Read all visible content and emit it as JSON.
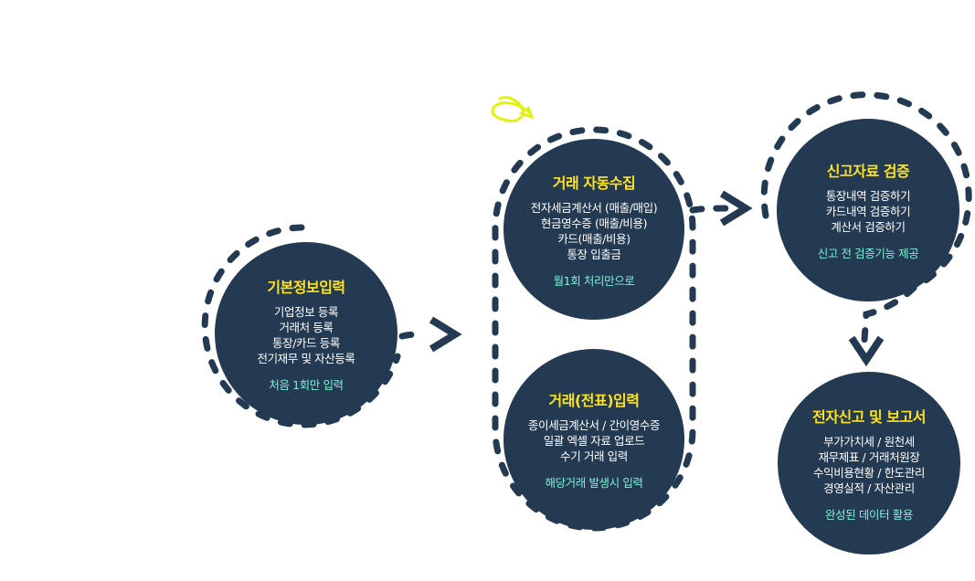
{
  "colors": {
    "node_fill": "#233a52",
    "dash_stroke": "#233a52",
    "title": "#ffe21f",
    "body_text": "#ffffff",
    "note": "#7ef2d6",
    "highlight_arrow": "#e0f20f"
  },
  "nodes": [
    {
      "id": "basic-info",
      "title": "기본정보입력",
      "lines": [
        "기업정보 등록",
        "거래처 등록",
        "통장/카드 등록",
        "전기재무 및 자산등록"
      ],
      "note": "처음 1회만 입력"
    },
    {
      "id": "auto-collect",
      "title": "거래 자동수집",
      "lines": [
        "전자세금계산서 (매출/매입)",
        "현금영수증 (매출/비용)",
        "카드(매출/비용)",
        "통장 입출금"
      ],
      "note": "월1회 처리만으로"
    },
    {
      "id": "manual-entry",
      "title": "거래(전표)입력",
      "lines": [
        "종이세금계산서 / 간이영수증",
        "일괄 엑셀 자료 업로드",
        "수기 거래 입력"
      ],
      "note": "해당거래 발생시 입력"
    },
    {
      "id": "verify",
      "title": "신고자료 검증",
      "lines": [
        "통장내역 검증하기",
        "카드내역 검증하기",
        "계산서 검증하기"
      ],
      "note": "신고 전 검증기능 제공"
    },
    {
      "id": "report",
      "title": "전자신고 및 보고서",
      "lines": [
        "부가가치세 / 원천세",
        "재무제표 / 거래처원장",
        "수익비용현황 / 한도관리",
        "경영실적 / 자산관리"
      ],
      "note": "완성된 데이터 활용"
    }
  ],
  "arrows": [
    {
      "from": "basic-info",
      "to": "auto-collect",
      "icon": "chevron-right-icon"
    },
    {
      "from": "auto-collect",
      "to": "verify",
      "icon": "chevron-right-icon"
    },
    {
      "from": "verify",
      "to": "report",
      "icon": "chevron-down-icon"
    }
  ]
}
